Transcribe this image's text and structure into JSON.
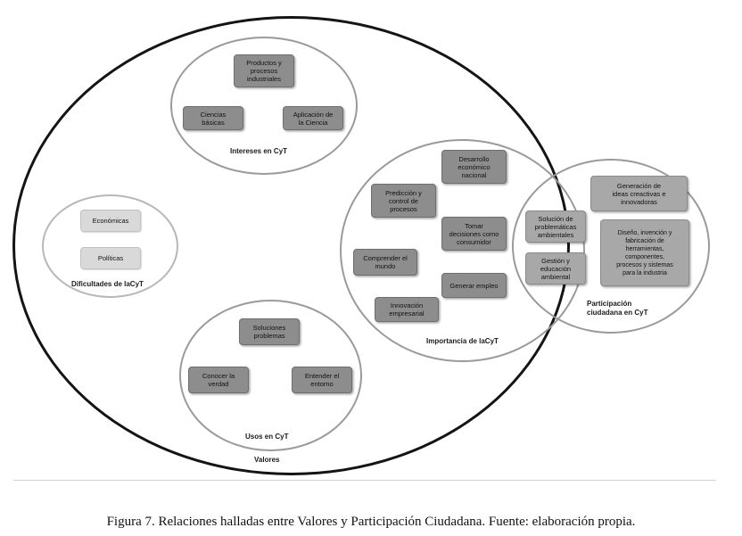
{
  "caption": "Figura 7. Relaciones halladas entre Valores y Participación Ciudadana. Fuente: elaboración propia.",
  "valores": {
    "label": "Valores"
  },
  "intereses": {
    "label": "Intereses en CyT",
    "items": [
      "Productos y\nprocesos\nindustriales",
      "Ciencias\nbásicas",
      "Aplicación de\nla Ciencia"
    ]
  },
  "dificultades": {
    "label": "Dificultades de laCyT",
    "items": [
      "Económicas",
      "Políticas"
    ]
  },
  "usos": {
    "label": "Usos en CyT",
    "items": [
      "Soluciones\nproblemas",
      "Conocer la\nverdad",
      "Entender el\nentorno"
    ]
  },
  "importancia": {
    "label": "Importancia de laCyT",
    "items": [
      "Desarrollo\neconómico\nnacional",
      "Predicción y\ncontrol de\nprocesos",
      "Tomar\ndecisiones como\nconsumidor",
      "Comprender el\nmundo",
      "Generar empleo",
      "Innovación\nempresarial"
    ]
  },
  "interseccion": {
    "items": [
      "Solución de\nproblemáticas\nambientales",
      "Gestión y\neducación\nambiental"
    ]
  },
  "participacion": {
    "label": "Participación\nciudadana en CyT",
    "items": [
      "Generación de\nideas creactivas e\ninnovadoras",
      "Diseño, invención y\nfabricación de\nherramientas,\ncomponentes,\nprocesos y sistemas\npara la industria"
    ]
  }
}
